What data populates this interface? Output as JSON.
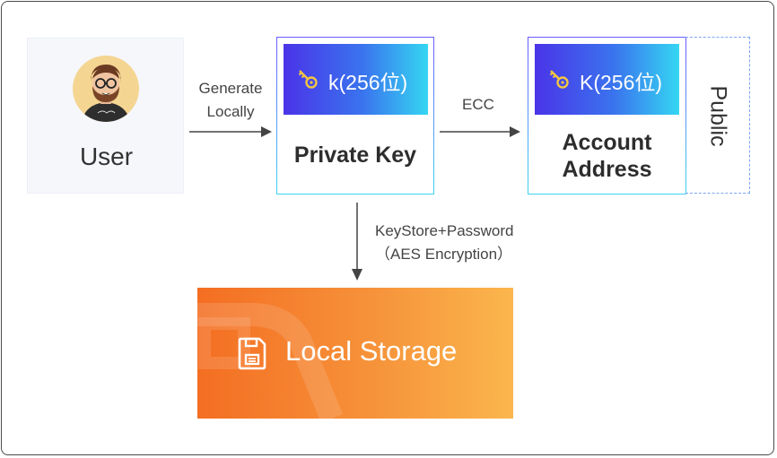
{
  "user": {
    "label": "User",
    "avatar_icon": "user-avatar"
  },
  "generate": {
    "line1": "Generate",
    "line2": "Locally"
  },
  "private_key": {
    "header": "k(256位)",
    "title": "Private Key",
    "icon": "key-icon"
  },
  "ecc": {
    "label": "ECC"
  },
  "account": {
    "header": "K(256位)",
    "title_line1": "Account",
    "title_line2": "Address",
    "icon": "key-icon"
  },
  "public": {
    "label": "Public"
  },
  "keystore": {
    "line1": "KeyStore+Password",
    "line2": "（AES Encryption）"
  },
  "storage": {
    "label": "Local Storage",
    "icon": "save-disk-icon"
  },
  "colors": {
    "key_gradient_start": "#4a34e8",
    "key_gradient_end": "#35d6f2",
    "storage_gradient_start": "#f46e22",
    "storage_gradient_end": "#fbb64d",
    "avatar_bg": "#f4d592"
  }
}
